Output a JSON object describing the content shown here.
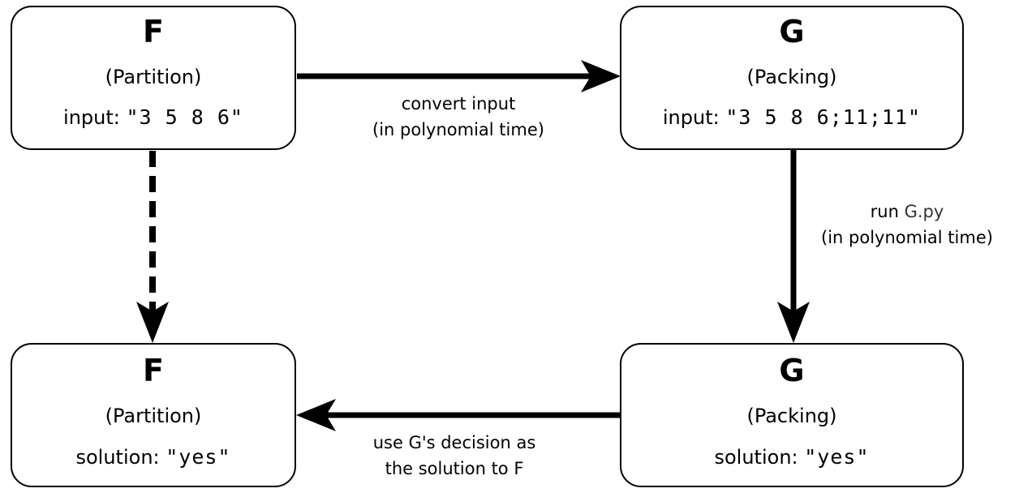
{
  "boxes": {
    "top_left": {
      "title": "F",
      "subtitle": "(Partition)",
      "prefix": "input: ",
      "value": "\"3 5 8 6\""
    },
    "top_right": {
      "title": "G",
      "subtitle": "(Packing)",
      "prefix": "input: ",
      "value": "\"3 5 8 6;11;11\""
    },
    "bottom_left": {
      "title": "F",
      "subtitle": "(Partition)",
      "prefix": "solution: ",
      "value": "\"yes\""
    },
    "bottom_right": {
      "title": "G",
      "subtitle": "(Packing)",
      "prefix": "solution: ",
      "value": "\"yes\""
    }
  },
  "edges": {
    "convert": {
      "line1": "convert input",
      "line2": "(in  polynomial time)"
    },
    "run": {
      "prefix": "run ",
      "program": "G.py",
      "line2": "(in  polynomial time)"
    },
    "use": {
      "line1": "use G's decision as",
      "line2": "the solution to F"
    }
  }
}
